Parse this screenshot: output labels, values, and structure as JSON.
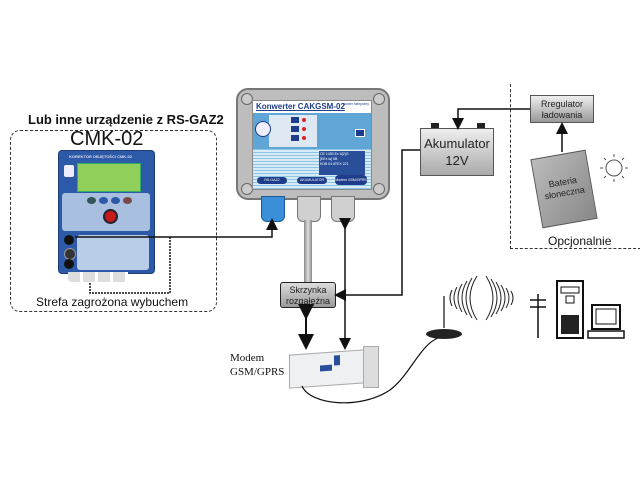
{
  "title": "Lub inne urządzenie z RS-GAZ2",
  "hazard_zone": {
    "device_name": "CMK-02",
    "zone_label": "Strefa zagrożona wybuchem",
    "device_panel_title": "KOREKTOR OBJĘTOŚCI CMK-02"
  },
  "converter": {
    "title": "Konwerter CAKGSM-02",
    "corner_label": "numer fabryczny",
    "indicators": [
      {
        "label": "CMK",
        "color": "#e02020"
      },
      {
        "label": "TxD",
        "color": "#e02020"
      },
      {
        "label": "RxD",
        "color": "#e02020"
      }
    ],
    "bottom_buttons": [
      "RS-GAZ2",
      "AKUMULATOR",
      "Modem GSM/GPRS"
    ],
    "cert_lines": [
      "CE 1453 Ex II(2)G",
      "[EEx ia] IIB",
      "KDB 04 ATEX 221"
    ]
  },
  "accumulator": {
    "label_line1": "Akumulator",
    "label_line2": "12V"
  },
  "charge_regulator": {
    "label_line1": "Rregulator",
    "label_line2": "ładowania"
  },
  "solar_panel": {
    "label_line1": "Bateria",
    "label_line2": "słoneczna"
  },
  "optional_zone": {
    "label": "Opcjonalnie"
  },
  "junction_box": {
    "label_line1": "Skrzynka",
    "label_line2": "rozgałęźna"
  },
  "modem": {
    "label_line1": "Modem",
    "label_line2": "GSM/GPRS"
  },
  "icons": {
    "sun": "sun-icon",
    "antenna": "antenna-icon",
    "radio_waves": "radio-waves-icon",
    "transmission_mast": "mast-icon",
    "server": "server-tower-icon",
    "computer": "computer-monitor-icon"
  },
  "colors": {
    "converter_blue": "#2a4f9a",
    "gland_blue": "#3a8fd8",
    "panel_gray": "#c8c8c8",
    "line": "#111111"
  }
}
